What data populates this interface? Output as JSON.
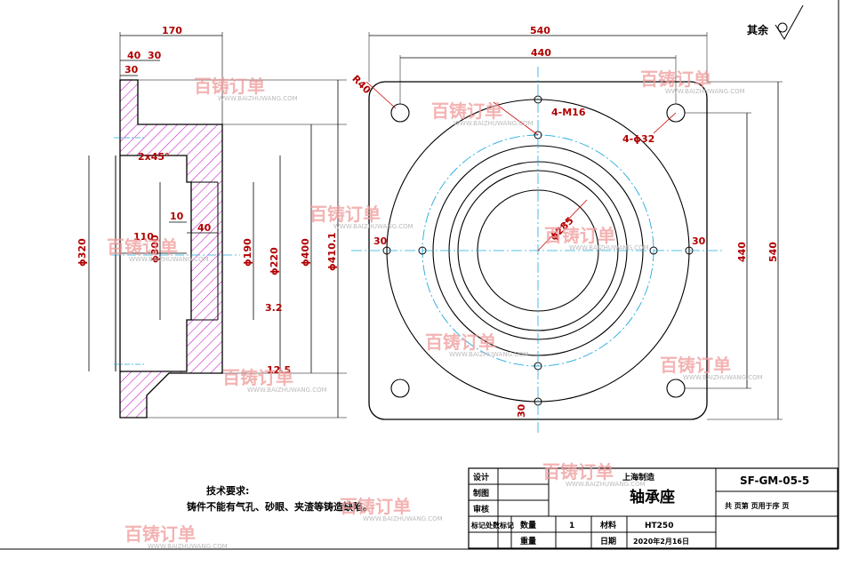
{
  "roughness_note": "其余",
  "dims": {
    "d170": "170",
    "d40": "40",
    "d30": "30",
    "d30b": "30",
    "d12_5": "12.5",
    "d540w": "540",
    "d440w": "440",
    "r40": "R40",
    "m16": "4-M16",
    "hole32": "4-ϕ32",
    "d285": "ϕ285",
    "d30l": "30",
    "d30r": "30",
    "d440h": "440",
    "d540h": "540",
    "d30bottom": "30",
    "d110": "110",
    "d10": "10",
    "d40b": "40",
    "d320": "ϕ320",
    "d300": "ϕ300",
    "d190": "ϕ190",
    "d220": "ϕ220",
    "d400": "ϕ400",
    "d410": "ϕ410.1",
    "chamfer": "2x45°",
    "d3_2": "3.2"
  },
  "notes": {
    "heading": "技术要求:",
    "line1": "铸件不能有气孔、砂眼、夹渣等铸造缺陷。"
  },
  "title_block": {
    "design": "设计",
    "draw": "制图",
    "check": "审核",
    "mark": "标记处数标记",
    "qty_label": "数量",
    "qty": "1",
    "material_label": "材料",
    "material": "HT250",
    "weight": "重量",
    "date_label": "日期",
    "date": "2020年2月16日",
    "company": "上海制造",
    "part_name": "轴承座",
    "drawing_no": "SF-GM-05-5",
    "sheets": "共    页第    页用于序    页"
  },
  "watermark": {
    "brand": "百铸订单",
    "url": "WWW.BAIZHUWANG.COM"
  }
}
